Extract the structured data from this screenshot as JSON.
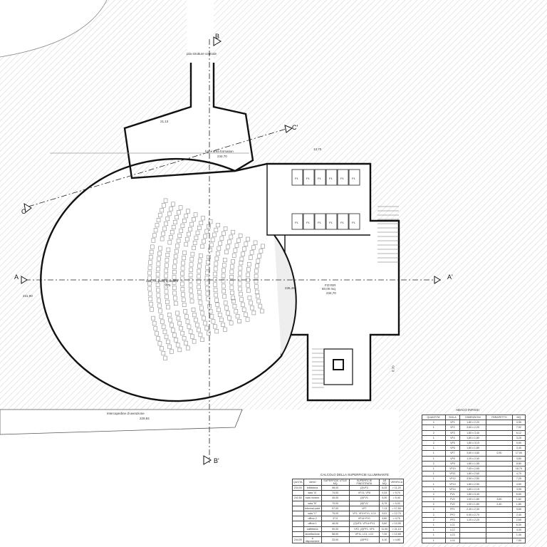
{
  "plan": {
    "section_markers": [
      "B",
      "B'",
      "A",
      "A'",
      "C",
      "C'"
    ],
    "labels": {
      "shaft": "pila strutture centrale",
      "hall": "hall / area formation",
      "hall_level": "234.70",
      "seating": "posti a sedere",
      "seating_count": "475",
      "seating_level": "234,70",
      "stage_level": "235,45",
      "foyer": "FOYER",
      "foyer_area": "60,00 mq",
      "foyer_level": "234,70",
      "left_level": "231,90",
      "gap": "intercapedine di aerazione",
      "gap_level": "229,84",
      "dim_top": "21,13",
      "dim_right": "13,70",
      "dim_side": "8,70",
      "wc": "P1"
    }
  },
  "abaco": {
    "title": "ABACO INFISSI",
    "headers": [
      "QUANTITA'",
      "SIGLA",
      "DIMENSIONI",
      "PARAPETTO",
      "MQ"
    ],
    "rows": [
      [
        "2",
        "VF1",
        "1,80 x 2,20",
        "",
        "3,95"
      ],
      [
        "1",
        "VF2",
        "3,60 x 2,20",
        "",
        "7,92"
      ],
      [
        "2",
        "VF3",
        "1,80 x 3,40",
        "",
        "6,12"
      ],
      [
        "1",
        "VF4",
        "1,80 x 1,80",
        "",
        "3,25"
      ],
      [
        "2",
        "VF5",
        "1,80 x 3,10",
        "",
        "5,60"
      ],
      [
        "1",
        "VF6",
        "1,80 x 1,80",
        "",
        "3,40"
      ],
      [
        "1",
        "VF7",
        "3,60 x 4,80",
        "0,90",
        "17,00"
      ],
      [
        "1",
        "VF8",
        "1,20 x 2,00",
        "",
        "3,60"
      ],
      [
        "2",
        "VF9",
        "1,80 x 1,55",
        "",
        "8,80"
      ],
      [
        "1",
        "VF10",
        "7,05 x 2,65",
        "",
        "18,70"
      ],
      [
        "1",
        "VF11",
        "1,80 x 2,60",
        "",
        "4,70"
      ],
      [
        "1",
        "VF12",
        "3,50 x 2,50",
        "",
        "7,25"
      ],
      [
        "1",
        "VF13",
        "1,80 x 2,50",
        "",
        "4,50"
      ],
      [
        "1",
        "VF14",
        "1,80 x 2,15",
        "",
        "3,95"
      ],
      [
        "2",
        "FV1",
        "1,80 x 3,40",
        "",
        "6,60"
      ],
      [
        "2",
        "FV2",
        "1,00 x 1,80",
        "3,60",
        "1,82"
      ],
      [
        "2",
        "FV2",
        "1,00 x 1,80",
        "2,40",
        "1,80"
      ],
      [
        "2",
        "PF1",
        "2,30 x 2,30",
        "",
        "5,65"
      ],
      [
        "2",
        "PF2",
        "0,90 x 2,70",
        "",
        "2,40"
      ],
      [
        "2",
        "PF3",
        "1,20 x 2,20",
        "",
        "2,65"
      ],
      [
        "1",
        "LC1",
        "",
        "",
        "6,30"
      ],
      [
        "1",
        "LC2",
        "",
        "",
        "4,30"
      ],
      [
        "1",
        "LC3",
        "",
        "",
        "1,40"
      ],
      [
        "1",
        "LC4",
        "",
        "",
        "7,50"
      ]
    ]
  },
  "calcolo": {
    "title": "CALCOLO DELLA SUPERFICIE ILLUMINANTE",
    "headers": [
      "QUOTA",
      "VANO",
      "SUPERFICIE UTILE MQ",
      "SUPERFICIE FINESTRATA",
      "1/8 MQ",
      "VERIFICA"
    ],
    "rows": [
      [
        "234,00",
        "biblioteca",
        "98,00",
        "(2)VF3",
        "8,25",
        "> 11,20"
      ],
      [
        "",
        "sala \"A\"",
        "74,00",
        "VF13, VF8",
        "9,33",
        "> 9,70"
      ],
      [
        "242,50",
        "sala riunioni",
        "45,00",
        "(2)FV1",
        "5,30",
        "> 5,40"
      ],
      [
        "",
        "sala \"B\"",
        "70,00",
        "(5)FV2",
        "8,75",
        "> 9,00"
      ],
      [
        "",
        "informal point",
        "57,00",
        "VF7",
        "7,13",
        "> 17,50"
      ],
      [
        "",
        "sala \"C\"",
        "75,00",
        "VF1, VF4+FV1, LC4",
        "9,51",
        "> 12,70"
      ],
      [
        "",
        "ufficio 2",
        "37,5",
        "VF14+FV1",
        "4,60",
        "> 4,75"
      ],
      [
        "",
        "ufficio 1",
        "46,00",
        "(2)VF3, VF14+FV1",
        "5,60",
        "> 10,95"
      ],
      [
        "",
        "caffetteria",
        "90,00",
        "VF2, (2)PF1, VF5",
        "11,00",
        "> 21,10"
      ],
      [
        "",
        "accettazione",
        "58,00",
        "VF11, LC1, LC2",
        "7,20",
        "> 12,65"
      ],
      [
        "244,00",
        "a disposizione",
        "33,00",
        "(2)PF2",
        "4,10",
        "> 4,80"
      ]
    ]
  }
}
